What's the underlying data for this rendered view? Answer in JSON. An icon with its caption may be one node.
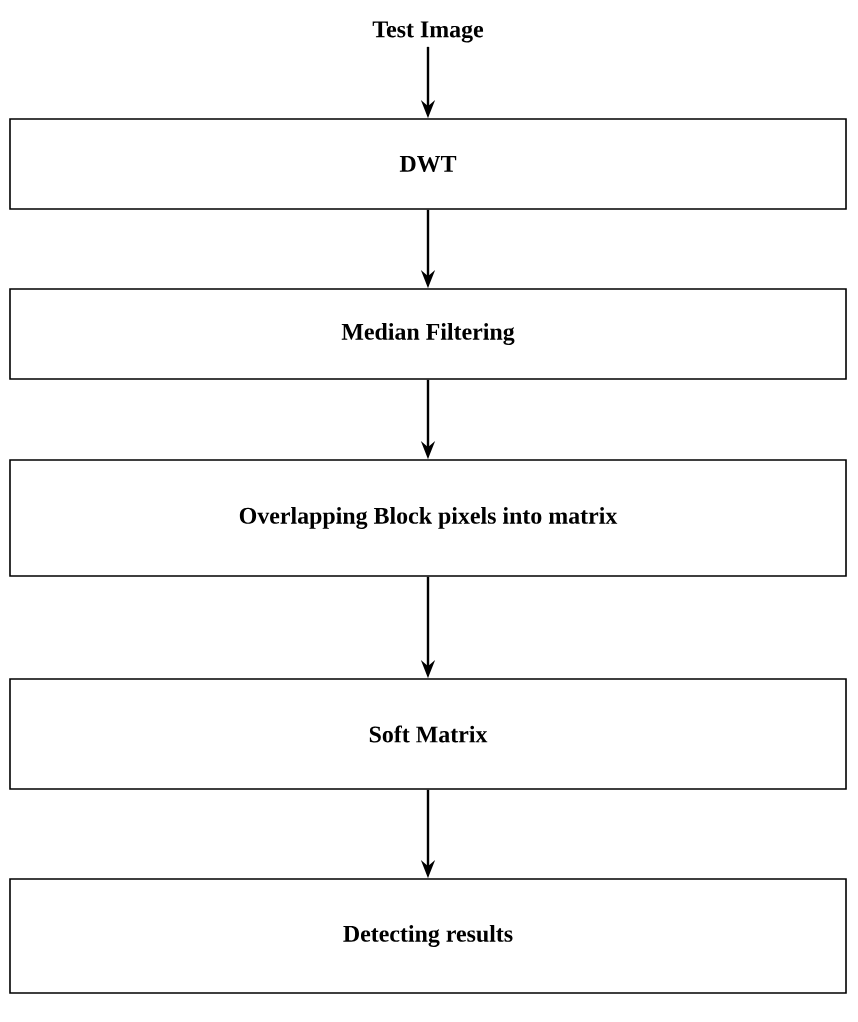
{
  "diagram": {
    "nodes": [
      {
        "text": [
          "Test Image"
        ]
      },
      {
        "text": [
          "DWT"
        ]
      },
      {
        "text": [
          "Median Filtering"
        ]
      },
      {
        "text": [
          "Overlapping Block pixels into matrix"
        ]
      },
      {
        "text": [
          "Soft Matrix"
        ]
      },
      {
        "text": [
          "Detecting results"
        ]
      }
    ],
    "edges": [
      {
        "from": 0,
        "to": 1,
        "arrow": "to"
      },
      {
        "from": 1,
        "to": 2,
        "arrow": "to"
      },
      {
        "from": 2,
        "to": 3,
        "arrow": "to"
      },
      {
        "from": 3,
        "to": 4,
        "arrow": "to"
      },
      {
        "from": 4,
        "to": 5,
        "arrow": "to"
      }
    ]
  }
}
